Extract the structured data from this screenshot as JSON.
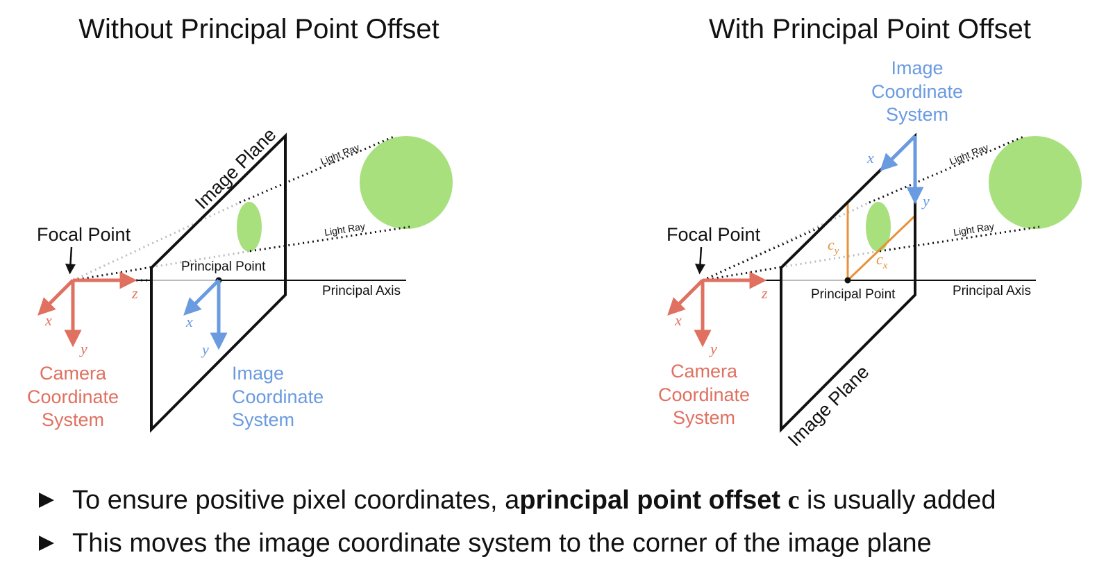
{
  "left_panel": {
    "title": "Without Principal Point Offset",
    "image_plane_label": "Image Plane",
    "focal_point_label": "Focal Point",
    "principal_point_label": "Principal Point",
    "principal_axis_label": "Principal Axis",
    "light_ray_upper": "Light Ray",
    "light_ray_lower": "Light Ray",
    "camera_axes": {
      "x": "x",
      "y": "y",
      "z": "z"
    },
    "image_axes": {
      "x": "x",
      "y": "y"
    },
    "camera_system_label": [
      "Camera",
      "Coordinate",
      "System"
    ],
    "image_system_label": [
      "Image",
      "Coordinate",
      "System"
    ]
  },
  "right_panel": {
    "title": "With Principal Point Offset",
    "image_plane_label": "Image Plane",
    "focal_point_label": "Focal Point",
    "principal_point_label": "Principal Point",
    "principal_axis_label": "Principal Axis",
    "light_ray_upper": "Light Ray",
    "light_ray_lower": "Light Ray",
    "camera_axes": {
      "x": "x",
      "y": "y",
      "z": "z"
    },
    "image_axes": {
      "x": "x",
      "y": "y"
    },
    "offset_labels": {
      "cy_base": "c",
      "cy_sub": "y",
      "cx_base": "c",
      "cx_sub": "x"
    },
    "camera_system_label": [
      "Camera",
      "Coordinate",
      "System"
    ],
    "image_system_label": [
      "Image",
      "Coordinate",
      "System"
    ]
  },
  "bullets": [
    {
      "pre": "To ensure positive pixel coordinates, a ",
      "bold": "principal point offset",
      "math": "c",
      "post": " is usually added"
    },
    {
      "pre": "This moves the image coordinate system to the corner of the image plane"
    }
  ],
  "colors": {
    "camera": "#e07060",
    "image": "#6a9ae0",
    "object": "#a8e07e",
    "offset": "#e8913a",
    "plane": "#111111"
  }
}
